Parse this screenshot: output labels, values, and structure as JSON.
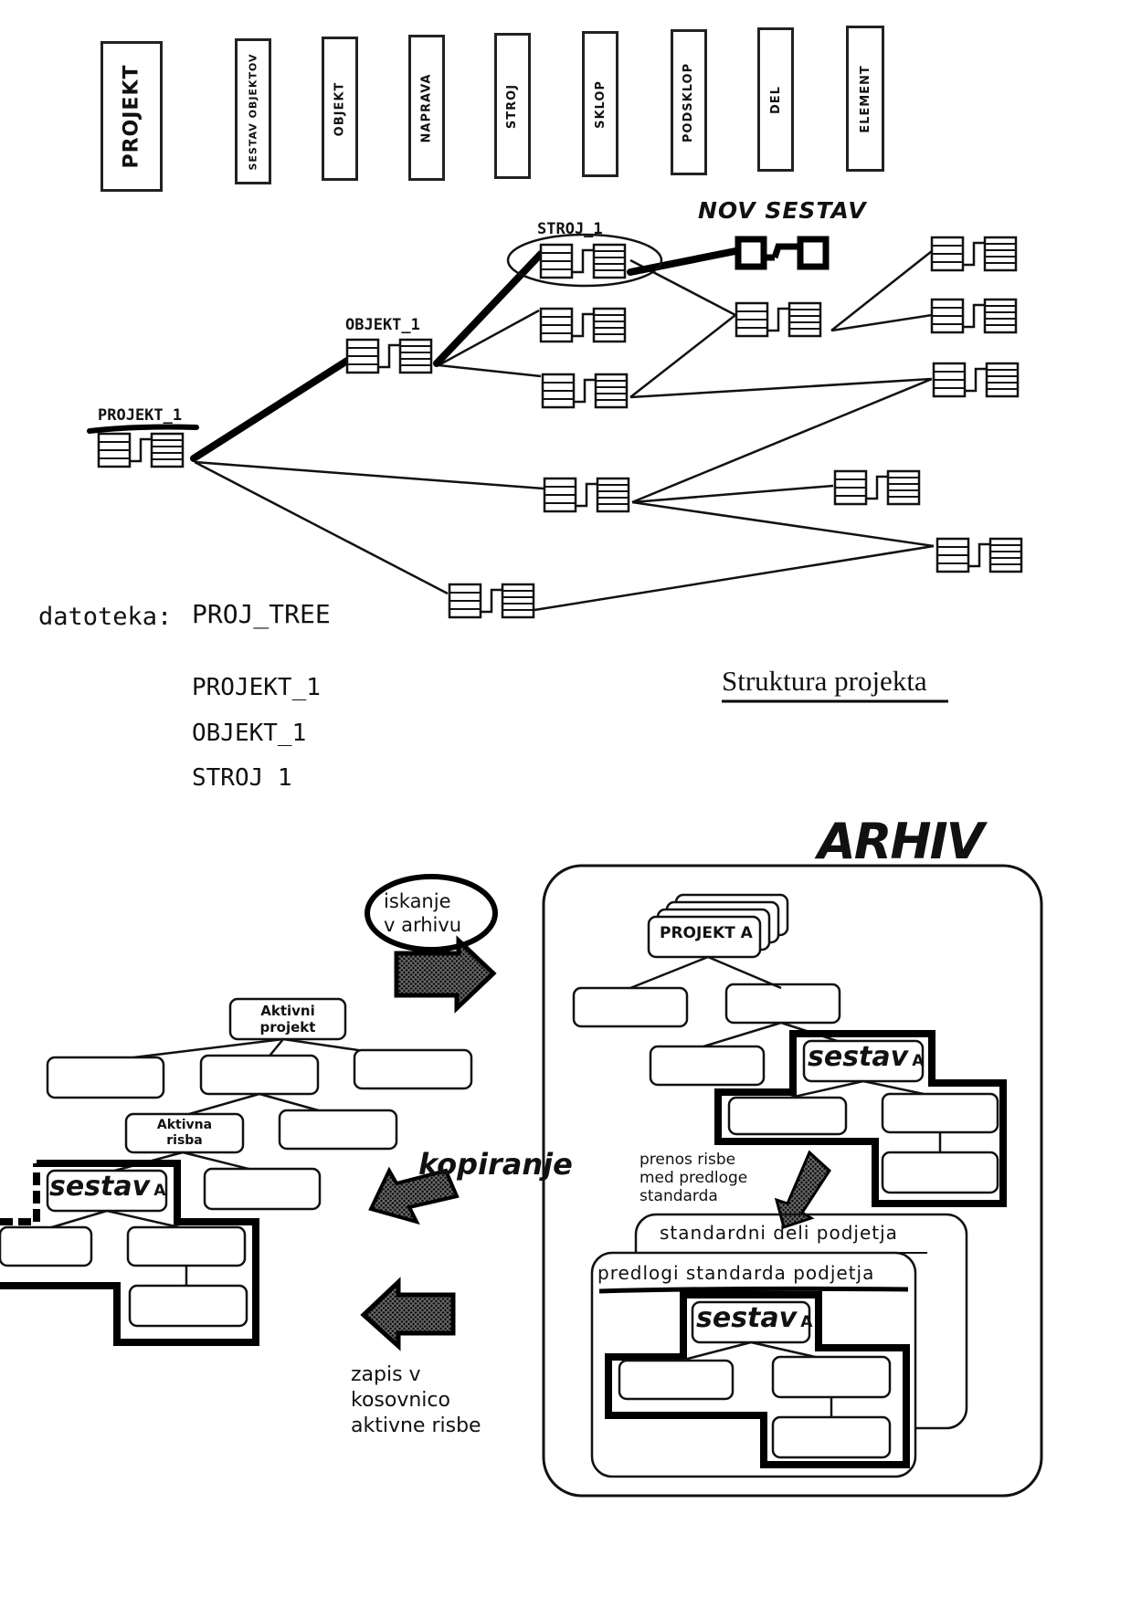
{
  "levels": [
    "PROJEKT",
    "SESTAV OBJEKTOV",
    "OBJEKT",
    "NAPRAVA",
    "STROJ",
    "SKLOP",
    "PODSKLOP",
    "DEL",
    "ELEMENT"
  ],
  "tree": {
    "node_labels": {
      "projekt": "PROJEKT_1",
      "objekt": "OBJEKT_1",
      "stroj": "STROJ_1",
      "new_assembly": "NOV SESTAV"
    }
  },
  "file": {
    "label": "datoteka:",
    "name": "PROJ_TREE",
    "path": [
      "PROJEKT_1",
      "OBJEKT_1",
      "STROJ_1"
    ]
  },
  "caption": "Struktura projekta",
  "archive": {
    "title": "ARHIV",
    "project_card": "PROJEKT A",
    "assembly": "sestav",
    "assembly_suffix": "A",
    "transfer_note": [
      "prenos risbe",
      "med predloge",
      "standarda"
    ],
    "standard_parts": "standardni deli podjetja",
    "standard_templates": "predlogi standarda podjetja"
  },
  "active": {
    "project": [
      "Aktivni",
      "projekt"
    ],
    "drawing": [
      "Aktivna",
      "risba"
    ],
    "assembly": "sestav",
    "assembly_suffix": "A"
  },
  "actions": {
    "search": [
      "iskanje",
      "v arhivu"
    ],
    "copy": "kopiranje",
    "write": [
      "zapis v",
      "kosovnico",
      "aktivne risbe"
    ]
  }
}
